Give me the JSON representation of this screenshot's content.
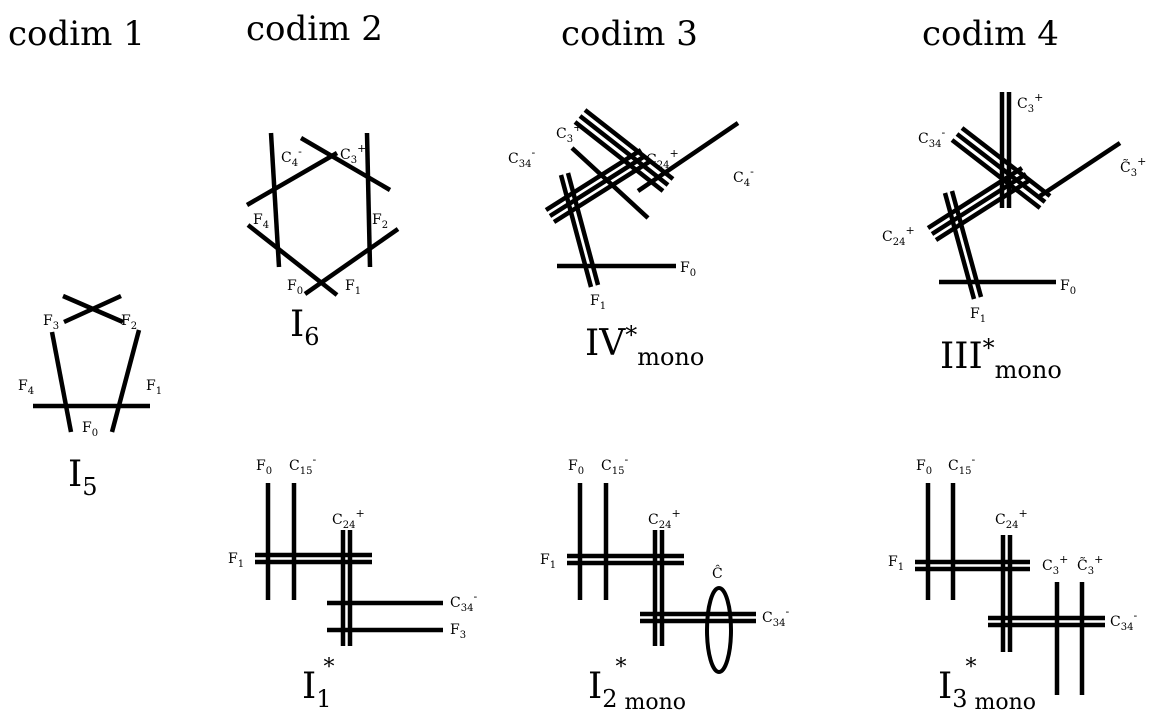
{
  "headers": [
    "codim 1",
    "codim 2",
    "codim 3",
    "codim 4"
  ],
  "diagrams": {
    "I5": {
      "name_base": "I",
      "name_sub": "5",
      "labels": [
        "F",
        "F",
        "F",
        "F",
        "F"
      ],
      "subs": [
        "3",
        "2",
        "4",
        "1",
        "0"
      ]
    },
    "I6": {
      "name_base": "I",
      "name_sub": "6",
      "labels": [
        "C",
        "C",
        "F",
        "F",
        "F",
        "F"
      ],
      "subs": [
        "4",
        "3",
        "4",
        "2",
        "0",
        "1"
      ],
      "sups": [
        "-",
        "+",
        "",
        "",
        "",
        ""
      ]
    },
    "IVmono": {
      "name_base": "IV",
      "name_sup": "*",
      "name_sub": "mono",
      "labels": [
        "C",
        "C",
        "C",
        "C",
        "F",
        "F"
      ],
      "subs": [
        "3",
        "34",
        "24",
        "4",
        "0",
        "1"
      ],
      "sups": [
        "+",
        "-",
        "+",
        "-",
        "",
        ""
      ]
    },
    "IIImono": {
      "name_base": "III",
      "name_sup": "*",
      "name_sub": "mono",
      "labels": [
        "C",
        "C",
        "C̃",
        "C",
        "F",
        "F"
      ],
      "subs": [
        "3",
        "34",
        "3",
        "24",
        "0",
        "1"
      ],
      "sups": [
        "+",
        "-",
        "+",
        "+",
        "",
        ""
      ]
    },
    "I1star": {
      "name_base": "I",
      "name_sub": "1",
      "name_sup": "*",
      "labels": [
        "F",
        "C",
        "C",
        "F",
        "C",
        "F"
      ],
      "subs": [
        "0",
        "15",
        "24",
        "1",
        "34",
        "3"
      ],
      "sups": [
        "",
        "-",
        "+",
        "",
        "-",
        ""
      ]
    },
    "I2star": {
      "name_base": "I",
      "name_sub": "2",
      "name_sup": "*",
      "name_sub2": "mono",
      "labels": [
        "F",
        "C",
        "C",
        "F",
        "Ĉ",
        "C"
      ],
      "subs": [
        "0",
        "15",
        "24",
        "1",
        "",
        "34"
      ],
      "sups": [
        "",
        "-",
        "+",
        "",
        "",
        "-"
      ]
    },
    "I3star": {
      "name_base": "I",
      "name_sub": "3",
      "name_sup": "*",
      "name_sub2": "mono",
      "labels": [
        "F",
        "C",
        "C",
        "F",
        "C",
        "C̃",
        "C"
      ],
      "subs": [
        "0",
        "15",
        "24",
        "1",
        "3",
        "3",
        "34"
      ],
      "sups": [
        "",
        "-",
        "+",
        "",
        "+",
        "+",
        "-"
      ]
    }
  }
}
